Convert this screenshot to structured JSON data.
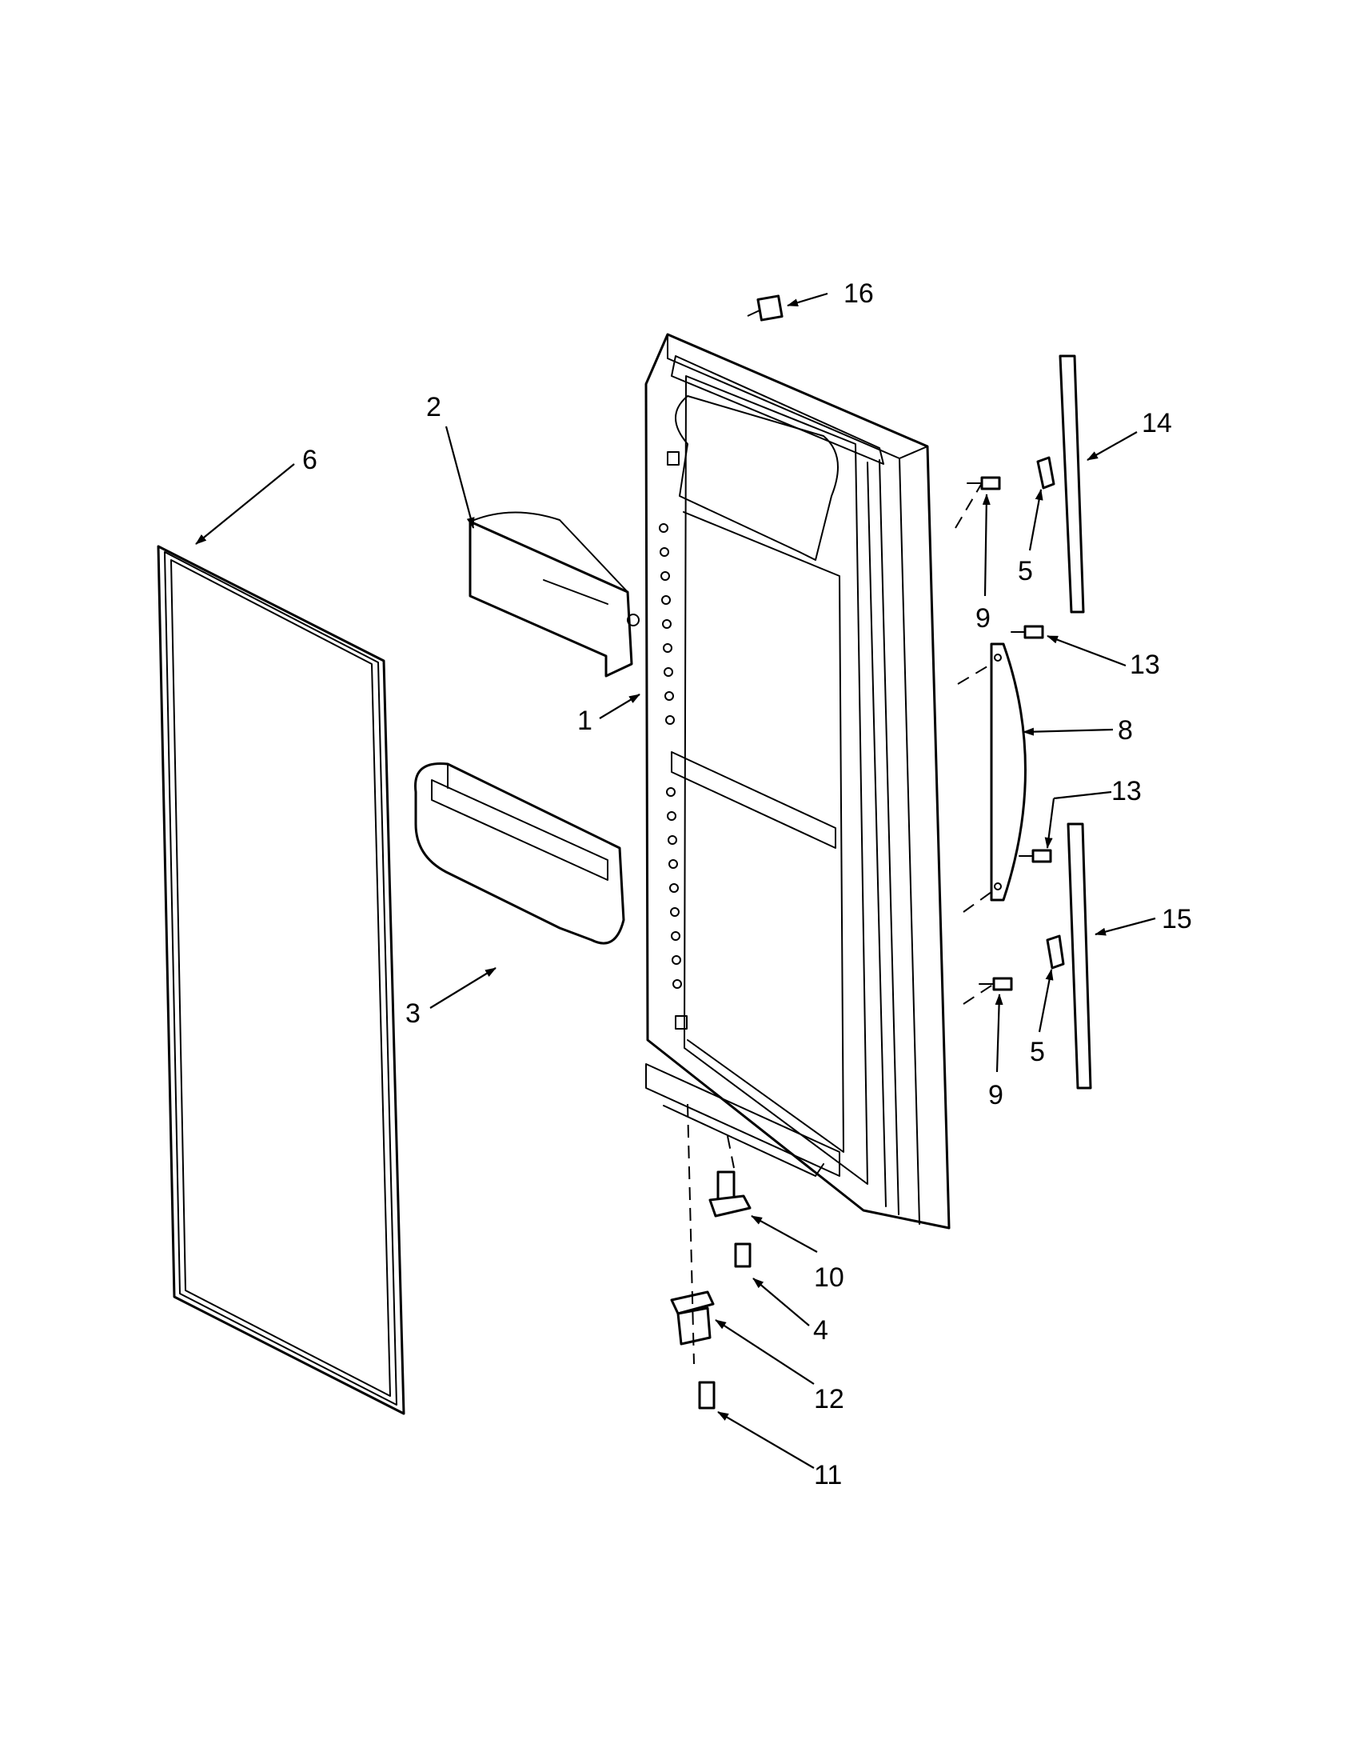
{
  "callouts": {
    "c1": "1",
    "c2": "2",
    "c3": "3",
    "c4": "4",
    "c5a": "5",
    "c5b": "5",
    "c6": "6",
    "c8": "8",
    "c9a": "9",
    "c9b": "9",
    "c10": "10",
    "c11": "11",
    "c12": "12",
    "c13a": "13",
    "c13b": "13",
    "c14": "14",
    "c15": "15",
    "c16": "16"
  },
  "colors": {
    "line": "#000000",
    "background": "#ffffff"
  }
}
